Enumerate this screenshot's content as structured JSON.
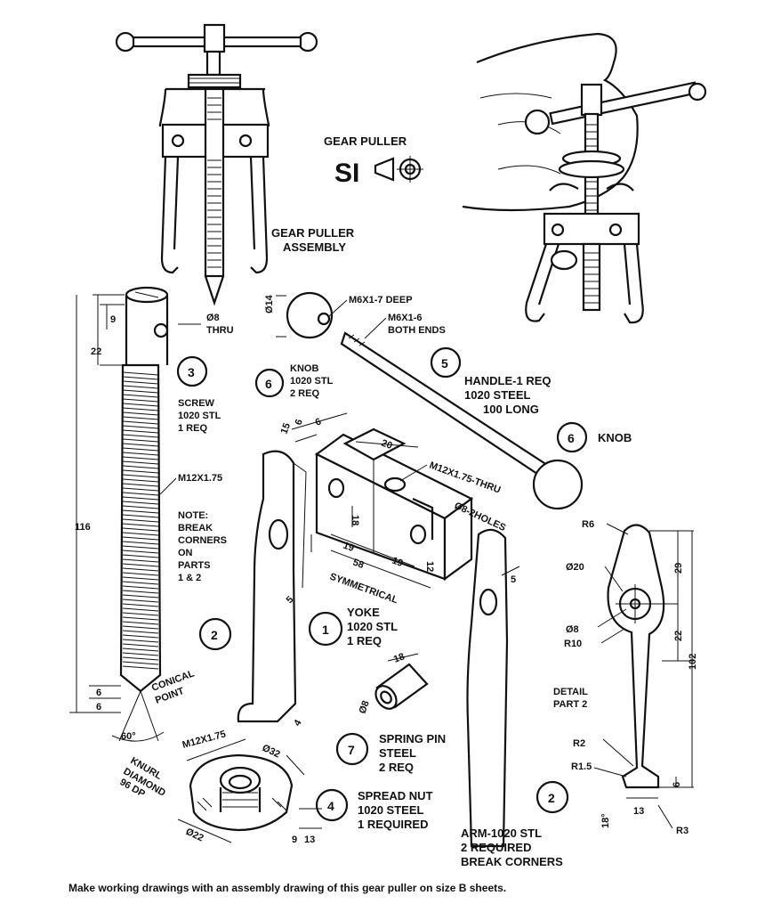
{
  "sheet_title": "GEAR PULLER",
  "symbol_text": "SI",
  "assembly_label": [
    "GEAR PULLER",
    "ASSEMBLY"
  ],
  "parts": {
    "knob": {
      "number": "6",
      "lines": [
        "KNOB",
        "1020 STL",
        "2 REQ"
      ],
      "thread": "M6X1-7 DEEP",
      "dia": "Ø14"
    },
    "handle": {
      "number": "5",
      "lines": [
        "HANDLE-1 REQ",
        "1020 STEEL",
        "100 LONG"
      ],
      "thread": [
        "M6X1-6",
        "BOTH ENDS"
      ]
    },
    "knob_ref": {
      "number": "6",
      "label": "KNOB"
    },
    "screw": {
      "number": "3",
      "lines": [
        "SCREW",
        "1020 STL",
        "1 REQ"
      ],
      "thread": "M12X1.75",
      "hole": [
        "Ø8",
        "THRU"
      ],
      "point": [
        "CONICAL",
        "POINT"
      ]
    },
    "yoke": {
      "number": "1",
      "lines": [
        "YOKE",
        "1020 STL",
        "1 REQ"
      ],
      "thread": "M12X1.75-THRU",
      "holes": "Ø8-2HOLES",
      "symmetrical": "SYMMETRICAL"
    },
    "arm": {
      "number": "2",
      "lines": [
        "ARM-1020 STL",
        "2 REQUIRED",
        "BREAK CORNERS"
      ]
    },
    "arm_left": {
      "number": "2"
    },
    "spring_pin": {
      "number": "7",
      "lines": [
        "SPRING PIN",
        "STEEL",
        "2 REQ"
      ],
      "dia": "Ø8",
      "len": "18"
    },
    "spread_nut": {
      "number": "4",
      "lines": [
        "SPREAD NUT",
        "1020 STEEL",
        "1 REQUIRED"
      ],
      "thread": "M12X1.75",
      "od": "Ø32",
      "id": "Ø22",
      "knurl": [
        "KNURL",
        "DIAMOND",
        "96 DP"
      ]
    }
  },
  "note": [
    "NOTE:",
    "BREAK",
    "CORNERS",
    "ON",
    "PARTS",
    "1 & 2"
  ],
  "detail": {
    "title": [
      "DETAIL",
      "PART 2"
    ],
    "dims": [
      "R6",
      "Ø20",
      "Ø8",
      "R10",
      "R2",
      "R1.5",
      "R3",
      "29",
      "22",
      "102",
      "6",
      "13",
      "18°"
    ]
  },
  "screw_dims": [
    "9",
    "22",
    "116",
    "6",
    "6",
    "60°"
  ],
  "yoke_dims": [
    "15",
    "6",
    "6",
    "20",
    "18",
    "19",
    "19",
    "58",
    "12",
    "5"
  ],
  "nut_dims": [
    "9",
    "13"
  ],
  "caption": "Make working drawings with an assembly drawing of this gear puller on size B sheets."
}
